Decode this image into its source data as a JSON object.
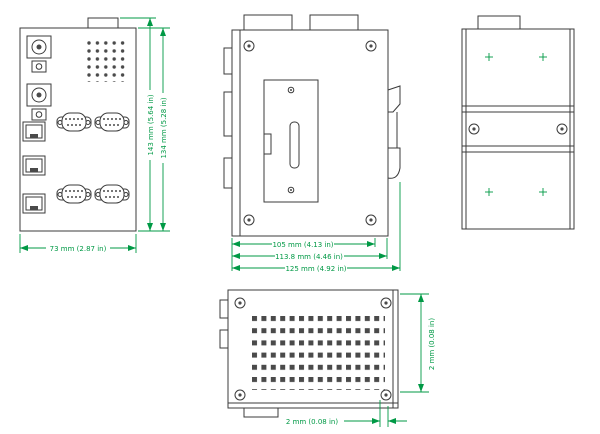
{
  "colors": {
    "dimension_green": "#009945",
    "drawing_line": "#3b3b3b"
  },
  "front_view": {
    "width": "73 mm (2.87 in)",
    "height_overall": "143 mm (5.64 in)",
    "height_body": "134 mm (5.28 in)"
  },
  "side_view": {
    "depth_body": "105 mm (4.13 in)",
    "depth_with_rail": "113.8 mm (4.46 in)",
    "depth_overall": "125 mm (4.92 in)"
  },
  "bottom_view": {
    "edge_thickness_right": "2 mm (0.08 in)",
    "edge_thickness_bottom": "2 mm (0.08 in)"
  }
}
